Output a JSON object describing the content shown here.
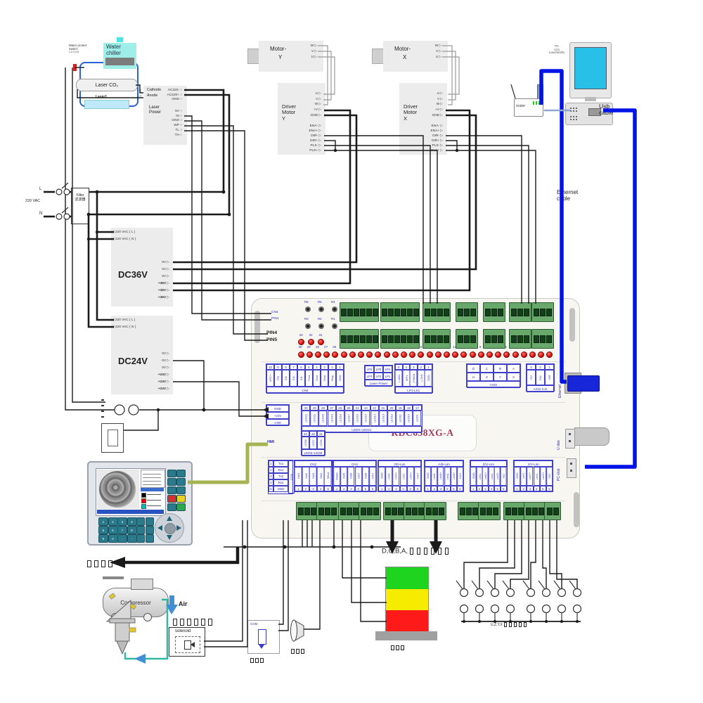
{
  "colors": {
    "cable_blue": "#0013e6",
    "board_text_blue": "#2a2ac0",
    "model_red": "#a83858",
    "traffic_green": "#1ed41e",
    "traffic_yellow": "#f6ec00",
    "traffic_red": "#ff1a1a",
    "panel_teal": "#2b7a8c",
    "hmi_cable_green": "#a6b352",
    "air_blue": "#3f8fd2"
  },
  "chiller": {
    "water_protect": "Water protect",
    "switch": "Switch",
    "switch_pins": "1 2 3 4 5",
    "name": "Water\nchiller"
  },
  "laser_tube": {
    "label": "Laser CO₂",
    "sub": "Laser1"
  },
  "laser_psu": {
    "cathode": "Cathode",
    "anode": "Anode",
    "name": "Laser\nPower",
    "ac_pins": [
      "AC220-",
      "AC220+",
      "GND"
    ],
    "ctrl_pins": [
      "5V",
      "IN",
      "GND",
      "WP",
      "TL",
      "TH"
    ]
  },
  "motor_y": {
    "label": "Motor-",
    "axis": "Y",
    "pins": [
      "W",
      "V",
      "U"
    ]
  },
  "motor_x": {
    "label": "Motor-",
    "axis": "X",
    "pins": [
      "W",
      "V",
      "U"
    ]
  },
  "driver_y": {
    "name": "Driver\nMotor\nY",
    "power_pins": [
      "U",
      "V",
      "W",
      "+V",
      "GND"
    ],
    "ctrl_pins": [
      "ENA-",
      "ENA+",
      "DIR-",
      "DIR+",
      "PLS-",
      "PLS+"
    ]
  },
  "driver_x": {
    "name": "Driver\nMotor\nX",
    "power_pins": [
      "U",
      "V",
      "W",
      "+V",
      "GND"
    ],
    "ctrl_pins": [
      "ENA-",
      "ENA+",
      "DIR-",
      "DIR+",
      "PLS-",
      "PLS+"
    ]
  },
  "pc": {
    "caption": "PC\ncom\nLaserWorks",
    "usb_cable": "Usb\ncable",
    "router": "router",
    "ethernet_cable": "Ethernet\ncable"
  },
  "mains": {
    "l": "L",
    "n": "N",
    "vac": "220 VAC",
    "filter": "Filter\n滤波器"
  },
  "dc36": {
    "title": "DC36V",
    "inputs": [
      "220 VAC ( L )",
      "220 VAC ( N )"
    ],
    "outputs": [
      "0V",
      "0V",
      "0V",
      "+36V",
      "+36V",
      "+36V"
    ]
  },
  "dc24": {
    "title": "DC24V",
    "inputs": [
      "220 VAC ( L )",
      "220 VAC ( N )"
    ],
    "outputs": [
      "0V",
      "0V",
      "0V",
      "+24V",
      "+24V",
      "+24V"
    ]
  },
  "board": {
    "model": "RDC658XG-A",
    "cn4": "CN4",
    "pin1": "PIN1",
    "pin4": "PIN4",
    "pin5": "PIN5",
    "hmi": "HMI",
    "pots": [
      "R6",
      "R5",
      "R4",
      "R3",
      "R2",
      "R1"
    ],
    "led_top_numbers": [
      "33",
      "32",
      "31"
    ],
    "input_numbers": [
      "30",
      "29",
      "28",
      "27",
      "26",
      "25",
      "24",
      "23",
      "22",
      "21",
      "20",
      "19",
      "18",
      "17",
      "16",
      "15",
      "14",
      "13",
      "12",
      "11",
      "10",
      "9",
      "8",
      "7",
      "6",
      "5",
      "4",
      "3",
      "2",
      "1"
    ],
    "side": {
      "ethernet": "Ethernet",
      "udisk": "U disk",
      "pcusb": "PC-Usb"
    },
    "tables": {
      "cn4": {
        "caption": "CN4",
        "nums": [
          "10",
          "9",
          "8",
          "7",
          "6",
          "5",
          "4",
          "3",
          "2",
          "1"
        ],
        "labels": [
          "APC+",
          "FRI",
          "EI3",
          "EI2",
          "EI1",
          "Foot",
          "Door",
          "Shut",
          "Stop",
          "GND"
        ]
      },
      "laser_power": {
        "caption": "Laser Power",
        "rows": [
          [
            "LP6",
            "LP5",
            "LP4"
          ],
          [
            "LP3",
            "LP2",
            "LP1"
          ]
        ]
      },
      "lp_ls": {
        "caption": "LP1-LS1",
        "nums": [
          "5",
          "4",
          "3",
          "2",
          "1"
        ],
        "labels": [
          "L-AN1",
          "WP1",
          "LPWM1",
          "L-On1",
          "GND"
        ]
      },
      "axis": {
        "caption": "AXIS",
        "rows": [
          [
            "D",
            "C",
            "B",
            "A"
          ],
          [
            "U",
            "Z",
            "Y",
            "X"
          ]
        ]
      },
      "axis_xd": {
        "caption": "AXIS X-D",
        "nums": [
          "3",
          "2",
          "1"
        ],
        "labels": [
          "+5V",
          "PUL",
          "DIR"
        ]
      },
      "cn0": {
        "caption": "CN0",
        "rows": [
          [
            "GND"
          ],
          [
            "+24V"
          ]
        ]
      },
      "led_long": {
        "caption": "LED9~LED22",
        "nums": [
          "30",
          "29",
          "28",
          "27",
          "26",
          "25",
          "24",
          "23",
          "22",
          "21",
          "20",
          "19",
          "18",
          "17"
        ],
        "labels": [
          "LED22",
          "LED21",
          "LED20",
          "LED19",
          "LED18",
          "LED17",
          "LED16",
          "LED15",
          "LED14",
          "LED13",
          "LED12",
          "LED11",
          "LED10",
          "LED9"
        ]
      },
      "led_small": {
        "caption": "LED6~LED8",
        "nums": [
          "33",
          "32",
          "31"
        ],
        "labels": [
          "LED8",
          "LED7",
          "LED6"
        ]
      },
      "com": {
        "caption": "COM",
        "nums": [
          "1",
          "2",
          "3",
          "4",
          "5"
        ],
        "labels": [
          "Tx1",
          "Rx1",
          "Tx2",
          "Rx2",
          "GND"
        ]
      },
      "cn2": {
        "caption": "CN2",
        "nums": [
          "1",
          "2",
          "3",
          "4",
          "5"
        ],
        "labels": [
          "Out1",
          "Out2",
          "Out3",
          "Out4",
          "Wind"
        ]
      },
      "cn1": {
        "caption": "CN1",
        "nums": [
          "1",
          "2",
          "3",
          "4",
          "5",
          "6"
        ],
        "labels": [
          "Status",
          "Out5",
          "Out6",
          "Out7",
          "Out8",
          "+24V"
        ]
      },
      "od_lim": {
        "caption": "OD-Lim",
        "nums": [
          "1",
          "2",
          "3",
          "4",
          "5",
          "6"
        ],
        "labels": [
          "GND",
          "LmD-",
          "LmD+",
          "LmC-",
          "LmC+",
          "+24V"
        ]
      },
      "ab_lim": {
        "caption": "A/B-Lim",
        "nums": [
          "1",
          "2",
          "3",
          "4",
          "5",
          "6"
        ],
        "labels": [
          "GND",
          "LmB-",
          "LmB+",
          "LmA-",
          "LmA+",
          "+24V"
        ]
      },
      "zu_lim": {
        "caption": "Z/U-Lim",
        "nums": [
          "1",
          "2",
          "3",
          "4",
          "5",
          "6"
        ],
        "labels": [
          "GND",
          "LmU-",
          "LmU+",
          "LmZ-",
          "LmZ+",
          "+5V"
        ]
      },
      "xy_lim": {
        "caption": "X/Y-Lim",
        "nums": [
          "1",
          "2",
          "3",
          "4",
          "5",
          "6"
        ],
        "labels": [
          "GND",
          "LmY-",
          "LmY+",
          "LmX-",
          "LmX+",
          "+5V"
        ]
      }
    }
  },
  "panel": {
    "keypad": [
      "1",
      "2",
      "3",
      "4",
      "5",
      "6",
      "7",
      "8",
      "9",
      "0",
      ".",
      "-"
    ]
  },
  "bottom": {
    "compressor": "Compressor",
    "air": "Air",
    "solenoid": "solenoid",
    "relay_com": "COM",
    "dcba": "D,C,B,A",
    "uzyx": "U,Z,Y,X"
  }
}
